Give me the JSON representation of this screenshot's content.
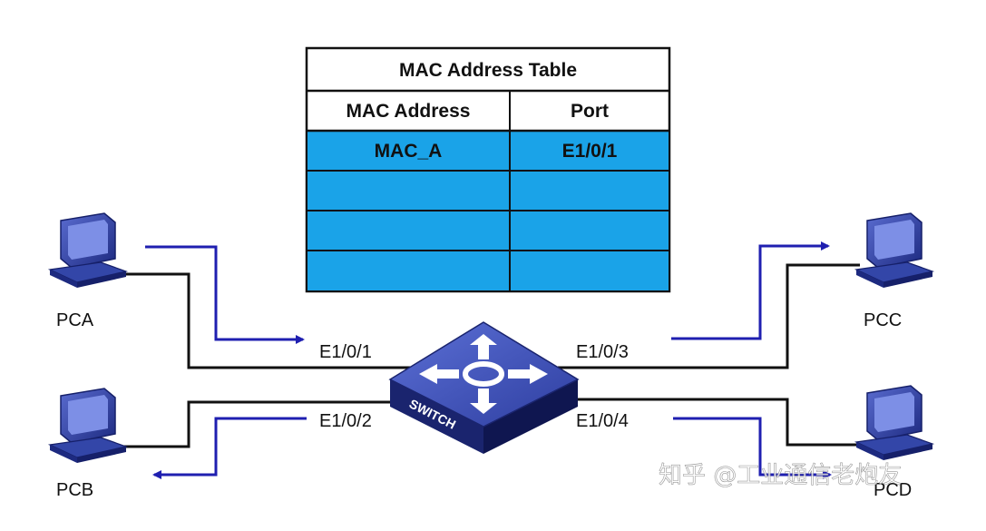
{
  "table": {
    "title": "MAC Address Table",
    "headers": [
      "MAC Address",
      "Port"
    ],
    "rows": [
      [
        "MAC_A",
        "E1/0/1"
      ],
      [
        "",
        ""
      ],
      [
        "",
        ""
      ],
      [
        "",
        ""
      ]
    ]
  },
  "hosts": {
    "pca": "PCA",
    "pcb": "PCB",
    "pcc": "PCC",
    "pcd": "PCD"
  },
  "ports": {
    "p1": "E1/0/1",
    "p2": "E1/0/2",
    "p3": "E1/0/3",
    "p4": "E1/0/4"
  },
  "switch_label": "SWITCH",
  "watermark": "知乎 @工业通信老炮友",
  "colors": {
    "row_fill": "#1aa3e8",
    "arrow": "#1f1fb0",
    "switch_top": "#3c4fb5",
    "switch_side": "#16206a",
    "pc_body": "#3346a8"
  }
}
